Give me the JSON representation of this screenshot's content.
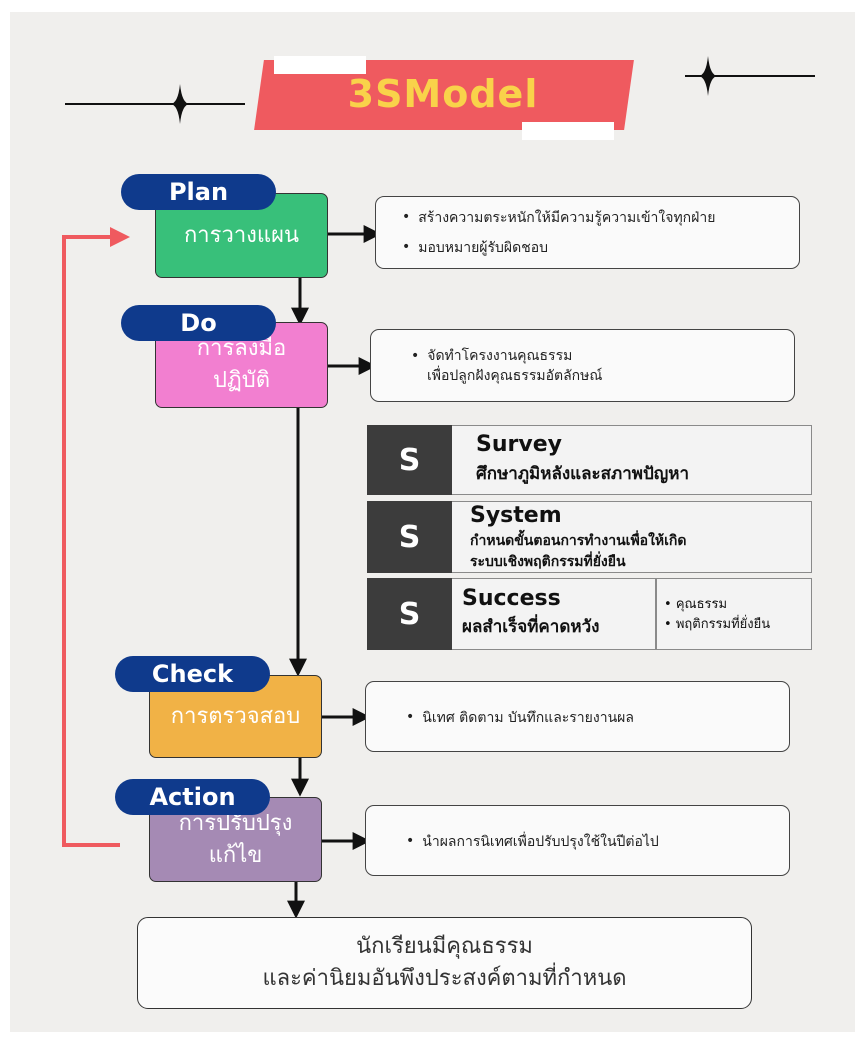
{
  "title": "3SModel",
  "colors": {
    "title_bg": "#ef5a5f",
    "title_text": "#f9d24a",
    "pill": "#0f3a8c",
    "plan": "#38c07a",
    "do": "#f27fd0",
    "check": "#f1b246",
    "action": "#a58ab4",
    "loop_arrow": "#ef5a5f",
    "s_tile": "#3c3c3c"
  },
  "plan": {
    "label": "Plan",
    "text": "การวางแผน",
    "notes": [
      "สร้างความตระหนักให้มีความรู้ความเข้าใจทุกฝ่าย",
      "มอบหมายผู้รับผิดชอบ"
    ]
  },
  "do": {
    "label": "Do",
    "text_line1": "การลงมือ",
    "text_line2": "ปฏิบัติ",
    "note_line1": "จัดทำโครงงานคุณธรรม",
    "note_line2": "เพื่อปลูกฝังคุณธรรมอัตลักษณ์"
  },
  "s_model": {
    "survey": {
      "letter": "S",
      "title": "Survey",
      "desc": "ศึกษาภูมิหลังและสภาพปัญหา"
    },
    "system": {
      "letter": "S",
      "title": "System",
      "desc_line1": "กำหนดขั้นตอนการทำงานเพื่อให้เกิด",
      "desc_line2": "ระบบเชิงพฤติกรรมที่ยั่งยืน"
    },
    "success": {
      "letter": "S",
      "title": "Success",
      "desc": "ผลสำเร็จที่คาดหวัง",
      "items": [
        "คุณธรรม",
        "พฤติกรรมที่ยั่งยืน"
      ]
    }
  },
  "check": {
    "label": "Check",
    "text": "การตรวจสอบ",
    "note": "นิเทศ ติดตาม บันทึกและรายงานผล"
  },
  "action": {
    "label": "Action",
    "text_line1": "การปรับปรุง",
    "text_line2": "แก้ไข",
    "note": "นำผลการนิเทศเพื่อปรับปรุงใช้ในปีต่อไป"
  },
  "outcome": {
    "line1": "นักเรียนมีคุณธรรม",
    "line2": "และค่านิยมอันพึงประสงค์ตามที่กำหนด"
  }
}
